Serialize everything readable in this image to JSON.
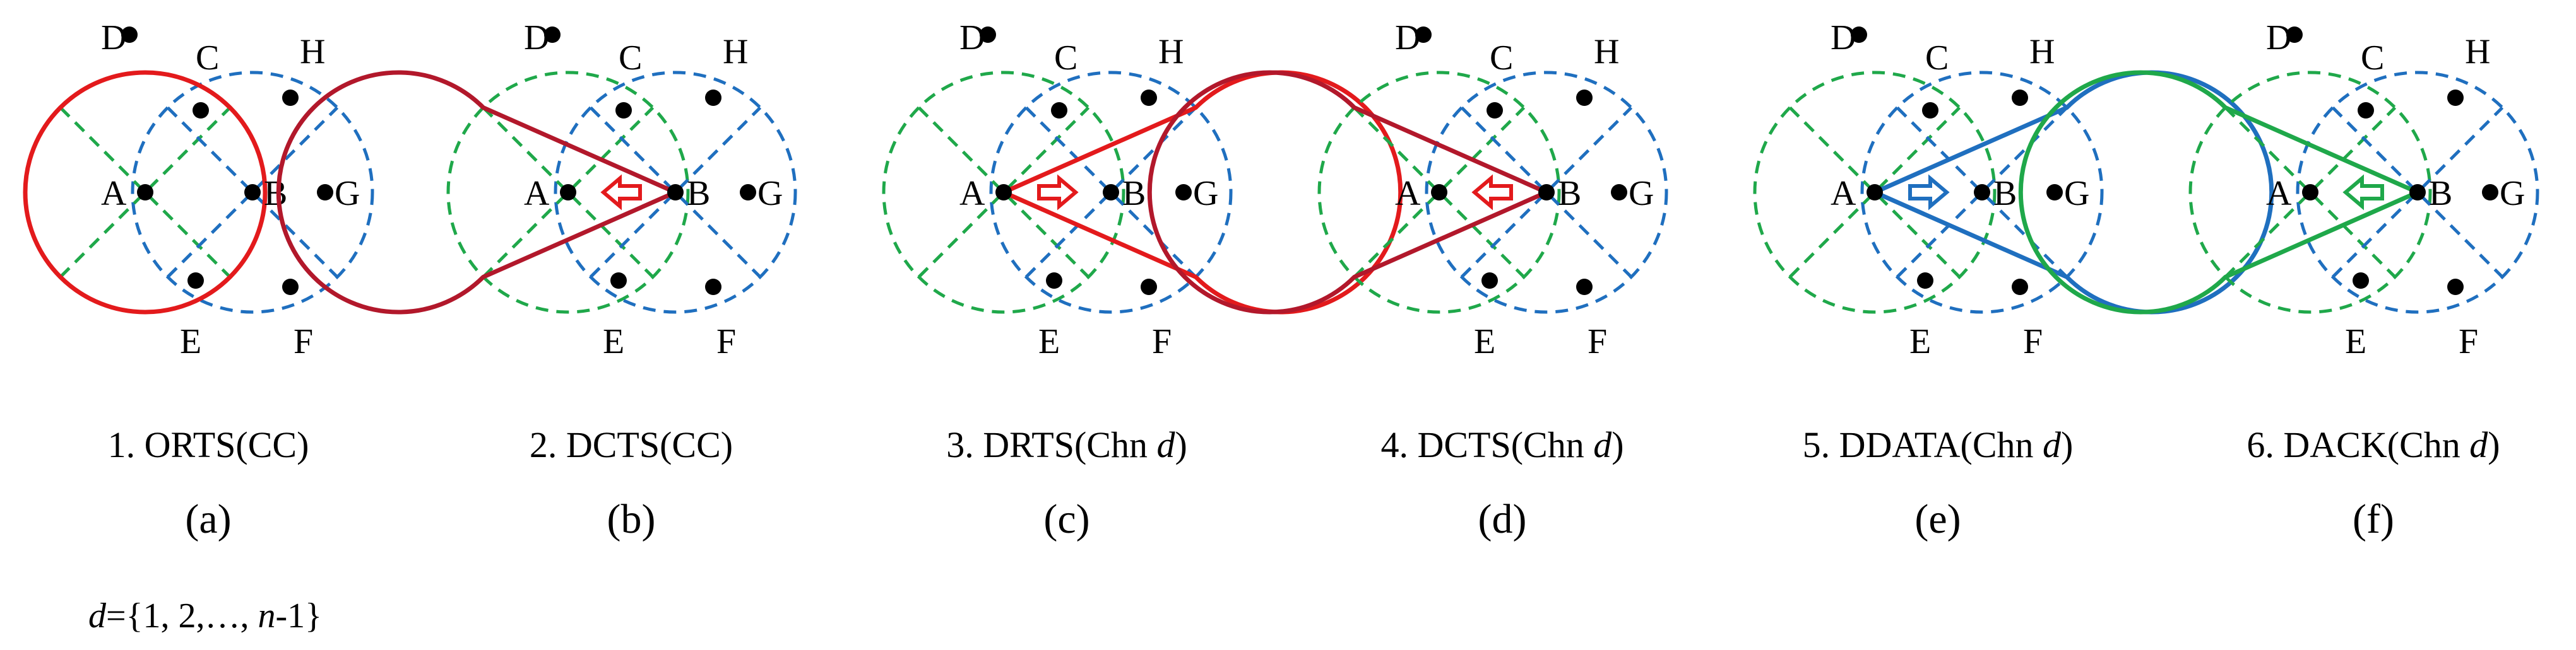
{
  "colors": {
    "red": "#e31a1c",
    "dark_red": "#b2182b",
    "green": "#1fa84a",
    "blue": "#1f6fbf",
    "dot": "#000000"
  },
  "node_labels": {
    "A": "A",
    "B": "B",
    "C": "C",
    "D": "D",
    "E": "E",
    "F": "F",
    "G": "G",
    "H": "H"
  },
  "panels": [
    {
      "caption": "1. ORTS(CC)",
      "letter": "(a)",
      "highlight": "full-circle-A",
      "highlight_color": "red",
      "arrow": "none",
      "arrow_color": "none"
    },
    {
      "caption": "2. DCTS(CC)",
      "letter": "(b)",
      "highlight": "sector-B-left",
      "highlight_color": "dark_red",
      "arrow": "left",
      "arrow_color": "red"
    },
    {
      "caption": "3. DRTS(Chn d)",
      "letter": "(c)",
      "highlight": "sector-A-right",
      "highlight_color": "red",
      "arrow": "right",
      "arrow_color": "red"
    },
    {
      "caption": "4. DCTS(Chn d)",
      "letter": "(d)",
      "highlight": "sector-B-left",
      "highlight_color": "dark_red",
      "arrow": "left",
      "arrow_color": "red"
    },
    {
      "caption": "5. DDATA(Chn d)",
      "letter": "(e)",
      "highlight": "sector-A-right",
      "highlight_color": "blue",
      "arrow": "right",
      "arrow_color": "blue"
    },
    {
      "caption": "6. DACK(Chn d)",
      "letter": "(f)",
      "highlight": "sector-B-left",
      "highlight_color": "green",
      "arrow": "left",
      "arrow_color": "green"
    }
  ],
  "footnote": "d={1, 2,…, n-1}"
}
